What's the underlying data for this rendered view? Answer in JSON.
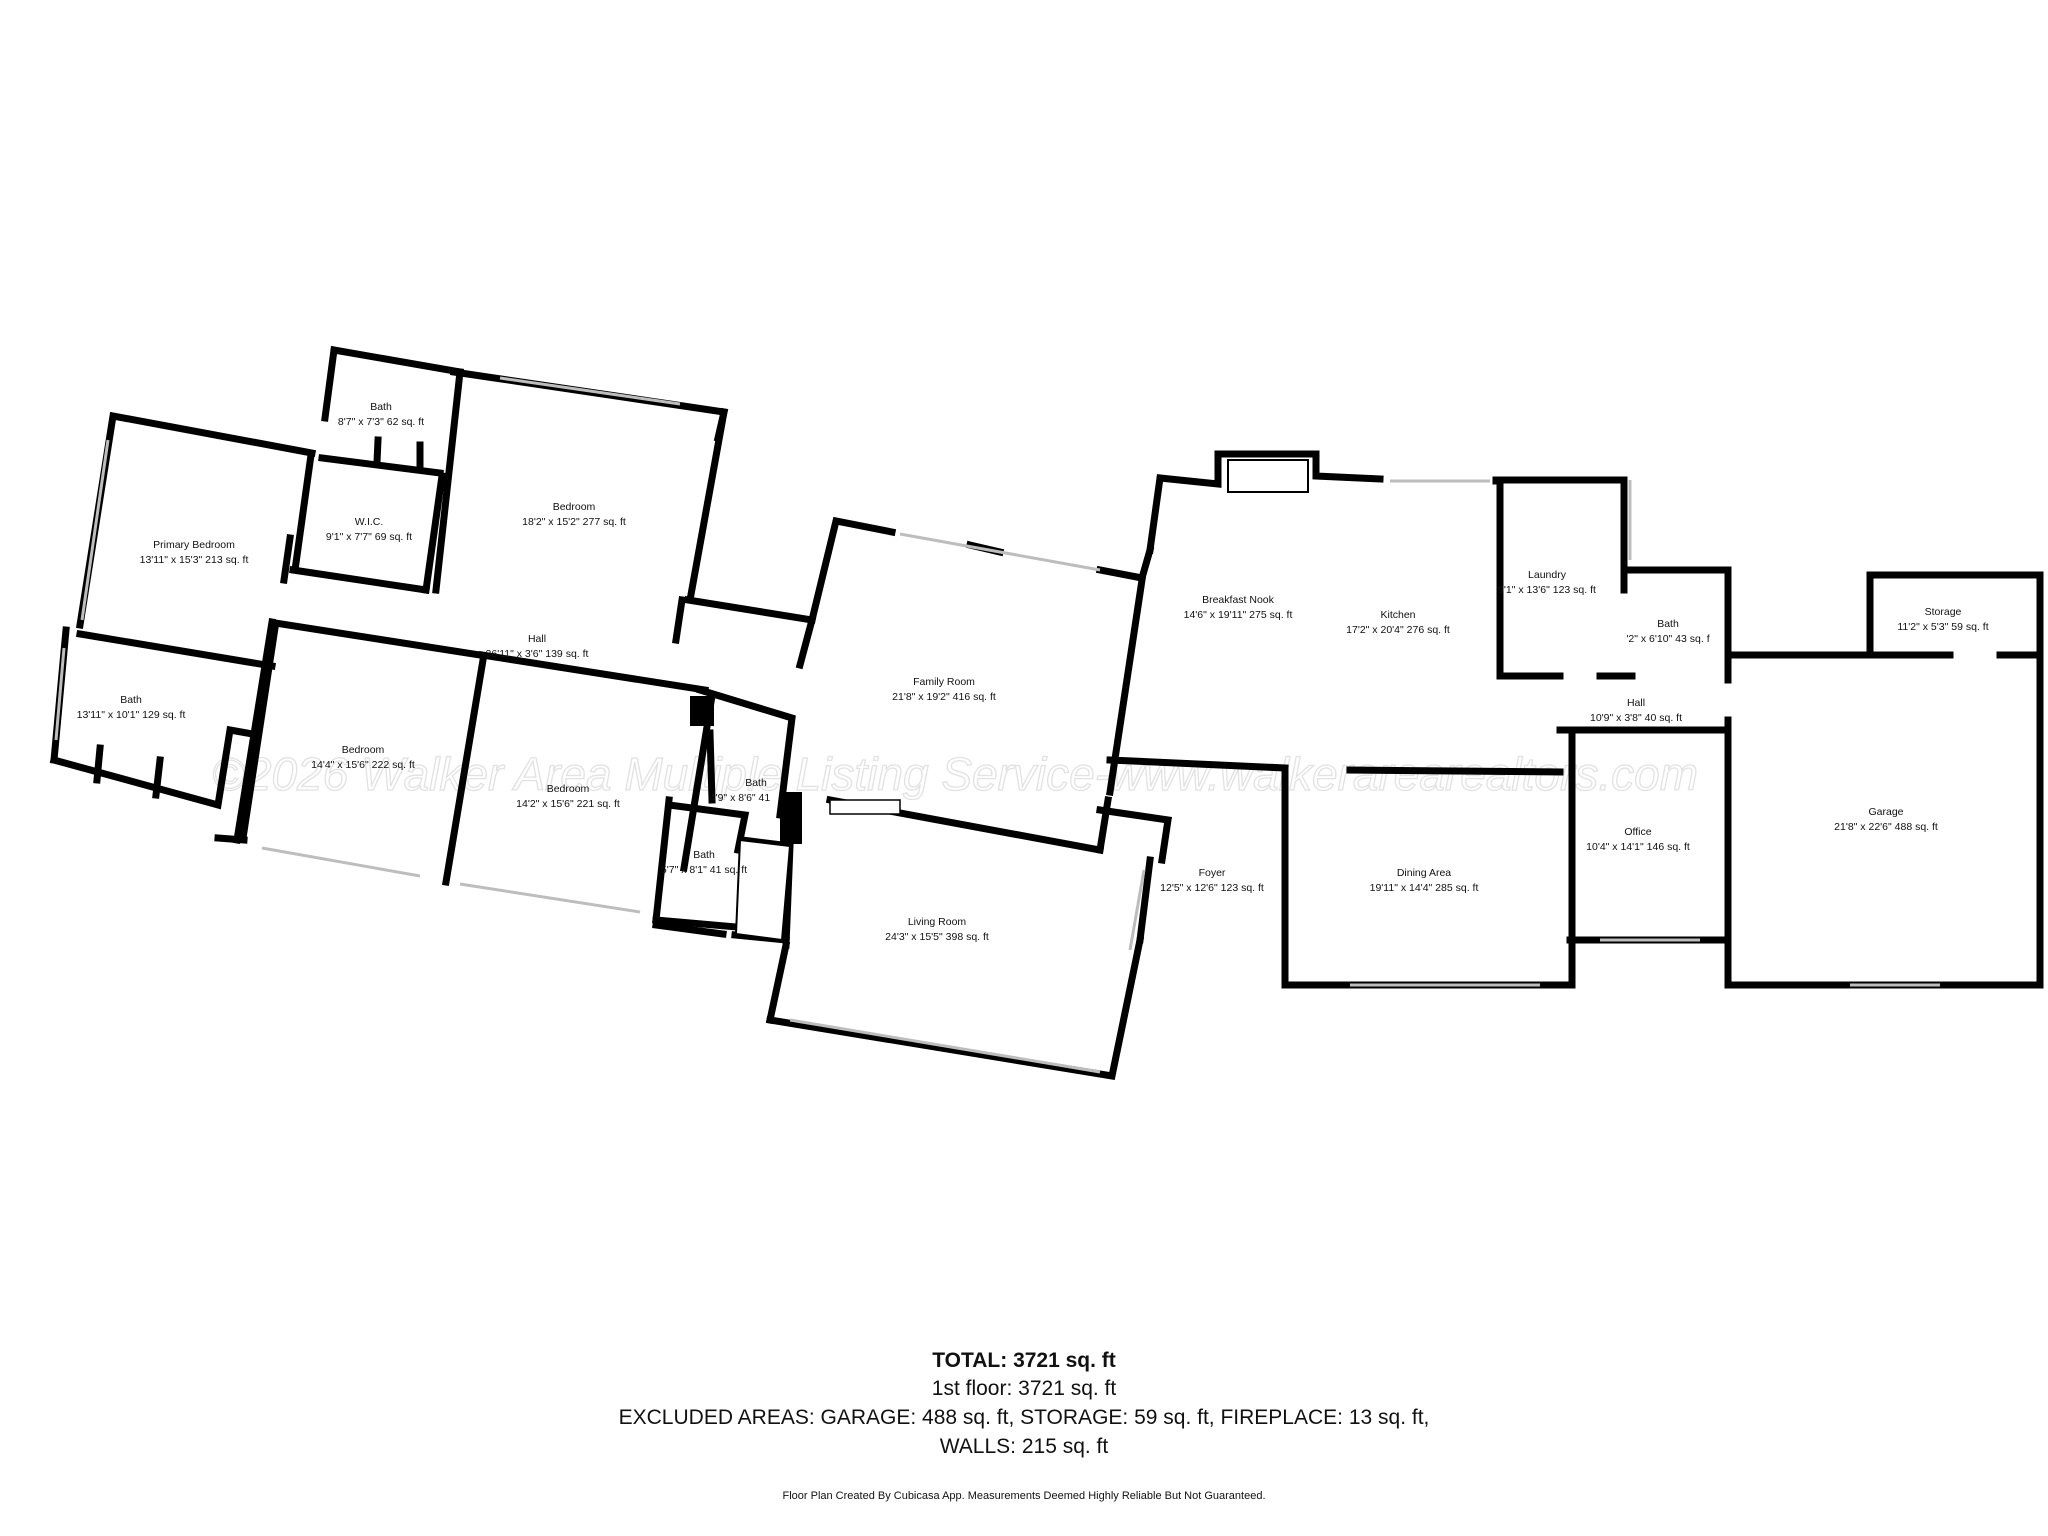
{
  "watermark": "©2026 Walker Area Multiple Listing Service-www.walkerarearealtors.com",
  "rooms": [
    {
      "name": "Bath",
      "dims": "8'7\" x 7'3\" 62 sq. ft"
    },
    {
      "name": "Bedroom",
      "dims": "18'2\" x 15'2\" 277 sq. ft"
    },
    {
      "name": "Primary Bedroom",
      "dims": "13'11\" x 15'3\" 213 sq. ft"
    },
    {
      "name": "W.I.C.",
      "dims": "9'1\" x 7'7\" 69 sq. ft"
    },
    {
      "name": "Hall",
      "dims": "36'11\" x 3'6\" 139 sq. ft"
    },
    {
      "name": "Bath",
      "dims": "13'11\" x 10'1\" 129 sq. ft"
    },
    {
      "name": "Bedroom",
      "dims": "14'4\" x 15'6\" 222 sq. ft"
    },
    {
      "name": "Bedroom",
      "dims": "14'2\" x 15'6\" 221 sq. ft"
    },
    {
      "name": "Bath",
      "dims": "4'9\" x 8'6\" 41"
    },
    {
      "name": "Bath",
      "dims": "5'7\" x 8'1\" 41 sq. ft"
    },
    {
      "name": "Family Room",
      "dims": "21'8\" x 19'2\" 416 sq. ft"
    },
    {
      "name": "Living Room",
      "dims": "24'3\" x 15'5\" 398 sq. ft"
    },
    {
      "name": "Breakfast Nook",
      "dims": "14'6\" x 19'11\" 275 sq. ft"
    },
    {
      "name": "Kitchen",
      "dims": "17'2\" x 20'4\" 276 sq. ft"
    },
    {
      "name": "Foyer",
      "dims": "12'5\" x 12'6\" 123 sq. ft"
    },
    {
      "name": "Dining Area",
      "dims": "19'11\" x 14'4\" 285 sq. ft"
    },
    {
      "name": "Laundry",
      "dims": "9'1\" x 13'6\" 123 sq. ft"
    },
    {
      "name": "Bath",
      "dims": "'2\" x 6'10\" 43 sq. f"
    },
    {
      "name": "Hall",
      "dims": "10'9\" x 3'8\" 40 sq. ft"
    },
    {
      "name": "Office",
      "dims": "10'4\" x 14'1\" 146 sq. ft"
    },
    {
      "name": "Storage",
      "dims": "11'2\" x 5'3\" 59 sq. ft"
    },
    {
      "name": "Garage",
      "dims": "21'8\" x 22'6\" 488 sq. ft"
    }
  ],
  "summary": {
    "total": "TOTAL: 3721 sq. ft",
    "floor": "1st floor: 3721 sq. ft",
    "excluded": "EXCLUDED AREAS: GARAGE: 488 sq. ft, STORAGE: 59 sq. ft, FIREPLACE: 13 sq. ft,",
    "walls": "WALLS: 215 sq. ft"
  },
  "disclaimer": "Floor Plan Created By Cubicasa App. Measurements Deemed Highly Reliable But Not Guaranteed.",
  "colors": {
    "wall": "#000000",
    "window": "#bdbdbd",
    "watermark": "#e2e2e2",
    "background": "#ffffff"
  }
}
